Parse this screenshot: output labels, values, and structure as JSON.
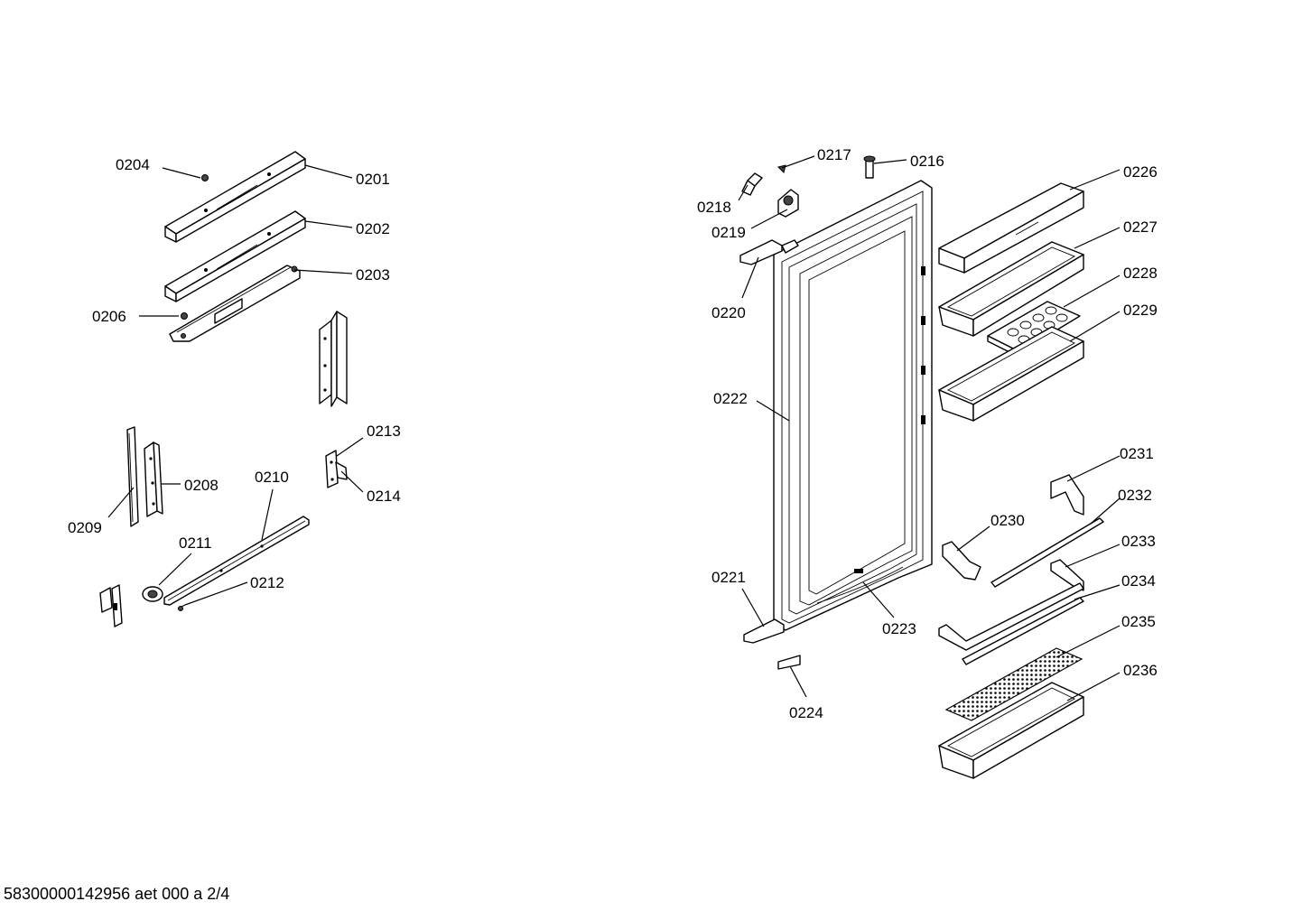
{
  "labels": [
    {
      "id": "0201",
      "text": "0201"
    },
    {
      "id": "0202",
      "text": "0202"
    },
    {
      "id": "0203",
      "text": "0203"
    },
    {
      "id": "0204",
      "text": "0204"
    },
    {
      "id": "0206",
      "text": "0206"
    },
    {
      "id": "0208",
      "text": "0208"
    },
    {
      "id": "0209",
      "text": "0209"
    },
    {
      "id": "0210",
      "text": "0210"
    },
    {
      "id": "0211",
      "text": "0211"
    },
    {
      "id": "0212",
      "text": "0212"
    },
    {
      "id": "0213",
      "text": "0213"
    },
    {
      "id": "0214",
      "text": "0214"
    },
    {
      "id": "0216",
      "text": "0216"
    },
    {
      "id": "0217",
      "text": "0217"
    },
    {
      "id": "0218",
      "text": "0218"
    },
    {
      "id": "0219",
      "text": "0219"
    },
    {
      "id": "0220",
      "text": "0220"
    },
    {
      "id": "0221",
      "text": "0221"
    },
    {
      "id": "0222",
      "text": "0222"
    },
    {
      "id": "0223",
      "text": "0223"
    },
    {
      "id": "0224",
      "text": "0224"
    },
    {
      "id": "0226",
      "text": "0226"
    },
    {
      "id": "0227",
      "text": "0227"
    },
    {
      "id": "0228",
      "text": "0228"
    },
    {
      "id": "0229",
      "text": "0229"
    },
    {
      "id": "0230",
      "text": "0230"
    },
    {
      "id": "0231",
      "text": "0231"
    },
    {
      "id": "0232",
      "text": "0232"
    },
    {
      "id": "0233",
      "text": "0233"
    },
    {
      "id": "0234",
      "text": "0234"
    },
    {
      "id": "0235",
      "text": "0235"
    },
    {
      "id": "0236",
      "text": "0236"
    }
  ],
  "footer": {
    "text": "58300000142956 aet 000 a 2/4"
  }
}
